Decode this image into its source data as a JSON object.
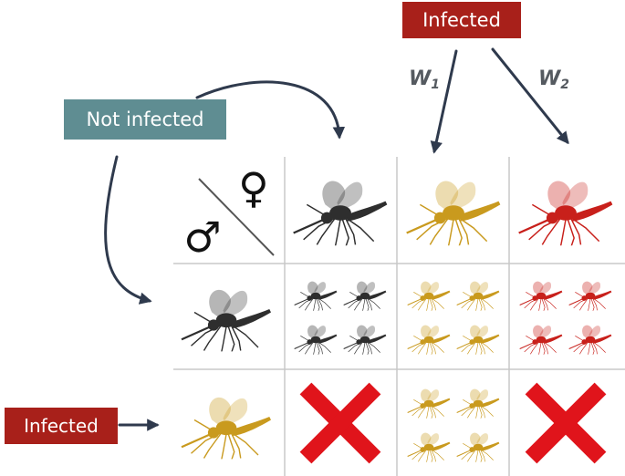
{
  "labels": {
    "top_infected": "Infected",
    "not_infected": "Not infected",
    "left_infected": "Infected",
    "w1_base": "W",
    "w1_sub": "1",
    "w2_base": "W",
    "w2_sub": "2"
  },
  "symbols": {
    "female": "♀",
    "male": "♂"
  },
  "header_cols": [
    {
      "type": "uninfected",
      "color": "#2e2e2e"
    },
    {
      "type": "W1",
      "color": "#c99a1e"
    },
    {
      "type": "W2",
      "color": "#c8201b"
    }
  ],
  "header_rows": [
    {
      "type": "uninfected",
      "color": "#2e2e2e"
    },
    {
      "type": "W1",
      "color": "#c99a1e"
    }
  ],
  "cells": [
    [
      "offspring-uninfected",
      "offspring-W1",
      "offspring-W2"
    ],
    [
      "incompatible",
      "offspring-W1",
      "incompatible"
    ]
  ],
  "colors": {
    "red_label": "#a8201a",
    "teal_label": "#5f8d92",
    "arrow": "#2f3a4d",
    "grid": "#c8c8c8",
    "cross": "#e0141b"
  }
}
